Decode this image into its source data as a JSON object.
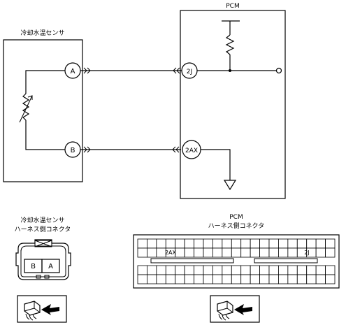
{
  "diagram": {
    "pcm_title": "PCM",
    "sensor_title": "冷却水温センサ",
    "terminals": {
      "sensor_a": "A",
      "sensor_b": "B",
      "pcm_2j": "2J",
      "pcm_2ax": "2AX"
    }
  },
  "connectors": {
    "sensor_title_line1": "冷却水温センサ",
    "sensor_title_line2": "ハーネス側コネクタ",
    "sensor_pins": {
      "left": "B",
      "right": "A"
    },
    "pcm_title_line1": "PCM",
    "pcm_title_line2": "ハーネス側コネクタ",
    "pcm_pins": {
      "left": "2AX",
      "right": "2J"
    }
  },
  "icons": [
    "connector-probe-icon",
    "connector-probe-icon"
  ]
}
